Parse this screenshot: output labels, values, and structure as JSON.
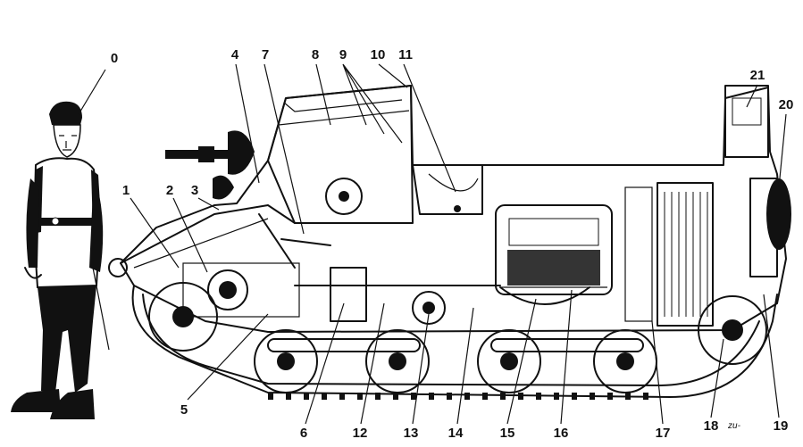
{
  "diagram": {
    "subject": "tankette cutaway side view with standing soldier for scale",
    "callouts": [
      "0",
      "1",
      "2",
      "3",
      "4",
      "5",
      "6",
      "7",
      "8",
      "9",
      "10",
      "11",
      "12",
      "13",
      "14",
      "15",
      "16",
      "17",
      "18",
      "19",
      "20",
      "21"
    ],
    "signature": "zu-"
  }
}
